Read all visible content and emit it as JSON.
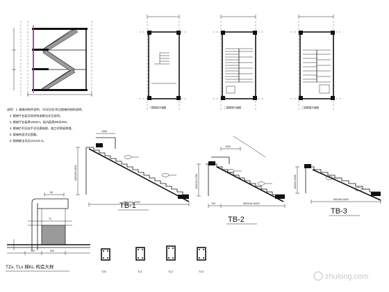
{
  "notes": {
    "lines": [
      "说明：1. 楼梯间构件说明，TZ详见柱  附注楼梯间结构说明。",
      "2. 楼梯平台梁及其他构造做法详见说明。",
      "3. 楼梯平台板厚100mm，板内配筋Φ8@200。",
      "4. 楼梯栏杆及扶手详见建施图，施工时预留预埋。",
      "5. 楼梯构造详见图集。",
      "6. 楼梯做法详见11G101-2。"
    ]
  },
  "plans": {
    "p1": "一层楼梯平面图",
    "p2": "二层楼梯平面图",
    "p3": "三层楼梯平面图"
  },
  "stairs": {
    "tb1": {
      "title": "TB-1",
      "run": "300X14=4200",
      "top_dim": "1050",
      "side_dim": "162X15=2430"
    },
    "tb2": {
      "title": "TB-2",
      "run": "300X10=3000",
      "top_dim": "1200",
      "left_dim": "700",
      "side_dim": "162X11=1782"
    },
    "tb3": {
      "title": "TB-3",
      "run": "300X8=2400",
      "side_dim": "162X9=1458"
    }
  },
  "detail": {
    "caption": "TZx, TLx 梯KL 构造大样",
    "tl": "TL",
    "dims": [
      "50",
      "200",
      "300"
    ]
  },
  "sections": [
    "TZ1",
    "TL1",
    "TL2",
    "TL3"
  ],
  "watermark": "zhulong.com"
}
